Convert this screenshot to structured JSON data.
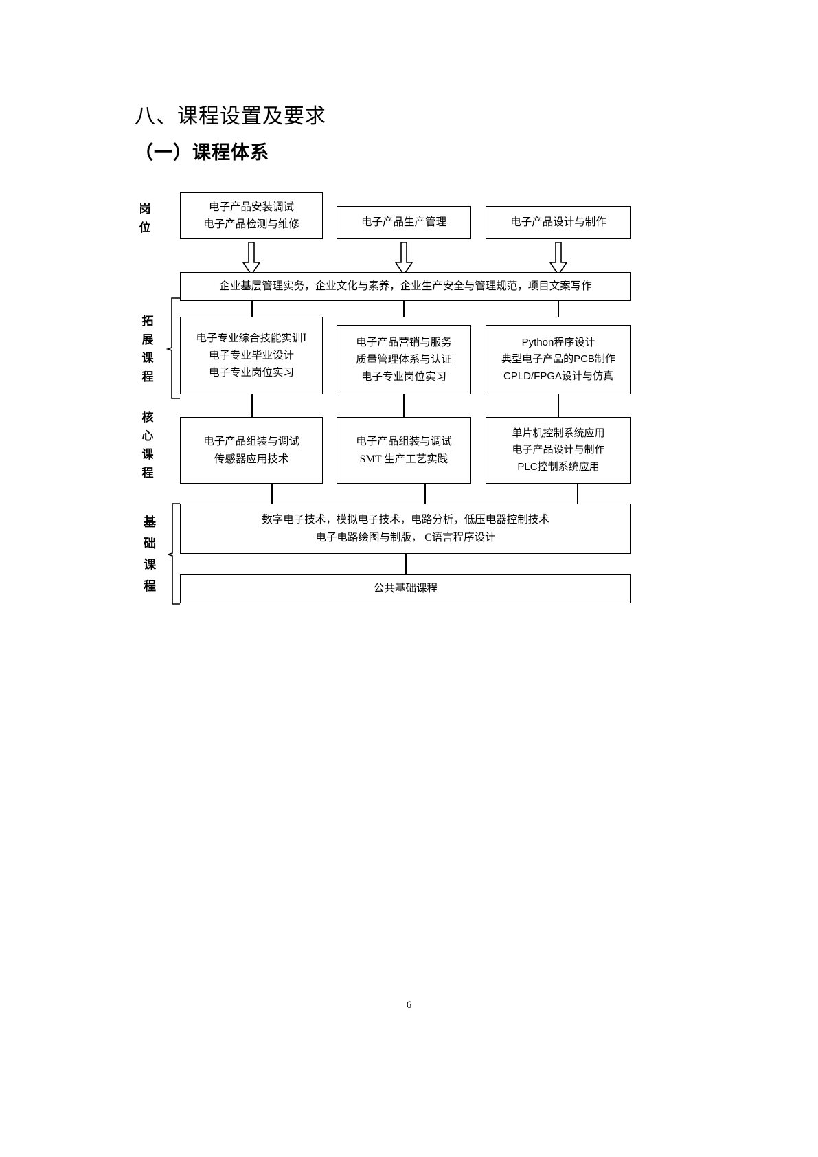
{
  "document": {
    "heading_main": "八、课程设置及要求",
    "heading_sub": "（一）课程体系",
    "page_number": "6"
  },
  "diagram": {
    "row_labels": {
      "position": [
        "岗",
        "位"
      ],
      "extension": [
        "拓",
        "展",
        "课",
        "程"
      ],
      "core": [
        "核",
        "心",
        "课",
        "程"
      ],
      "foundation": [
        "基",
        "础",
        "课",
        "程"
      ]
    },
    "position_boxes": [
      {
        "lines": [
          "电子产品安装调试",
          "电子产品检测与维修"
        ]
      },
      {
        "lines": [
          "电子产品生产管理"
        ]
      },
      {
        "lines": [
          "电子产品设计与制作"
        ]
      }
    ],
    "banner": {
      "lines": [
        "企业基层管理实务，企业文化与素养，企业生产安全与管理规范，项目文案写作"
      ]
    },
    "extension_boxes": [
      {
        "lines": [
          "电子专业综合技能实训Ⅰ",
          "电子专业毕业设计",
          "电子专业岗位实习"
        ]
      },
      {
        "lines": [
          "电子产品营销与服务",
          "质量管理体系与认证",
          "电子专业岗位实习"
        ]
      },
      {
        "lines": [
          "Python程序设计",
          "典型电子产品的PCB制作",
          "CPLD/FPGA设计与仿真"
        ]
      }
    ],
    "core_boxes": [
      {
        "lines": [
          "电子产品组装与调试",
          "传感器应用技术"
        ]
      },
      {
        "lines": [
          "电子产品组装与调试",
          "SMT 生产工艺实践"
        ]
      },
      {
        "lines": [
          "单片机控制系统应用",
          "电子产品设计与制作",
          "PLC控制系统应用"
        ]
      }
    ],
    "foundation_box": {
      "lines": [
        "数字电子技术，模拟电子技术，电路分析，低压电器控制技术",
        "电子电路绘图与制版， C语言程序设计"
      ]
    },
    "public_box": {
      "lines": [
        "公共基础课程"
      ]
    },
    "arrow_icon": "down-block-arrow-icon"
  }
}
